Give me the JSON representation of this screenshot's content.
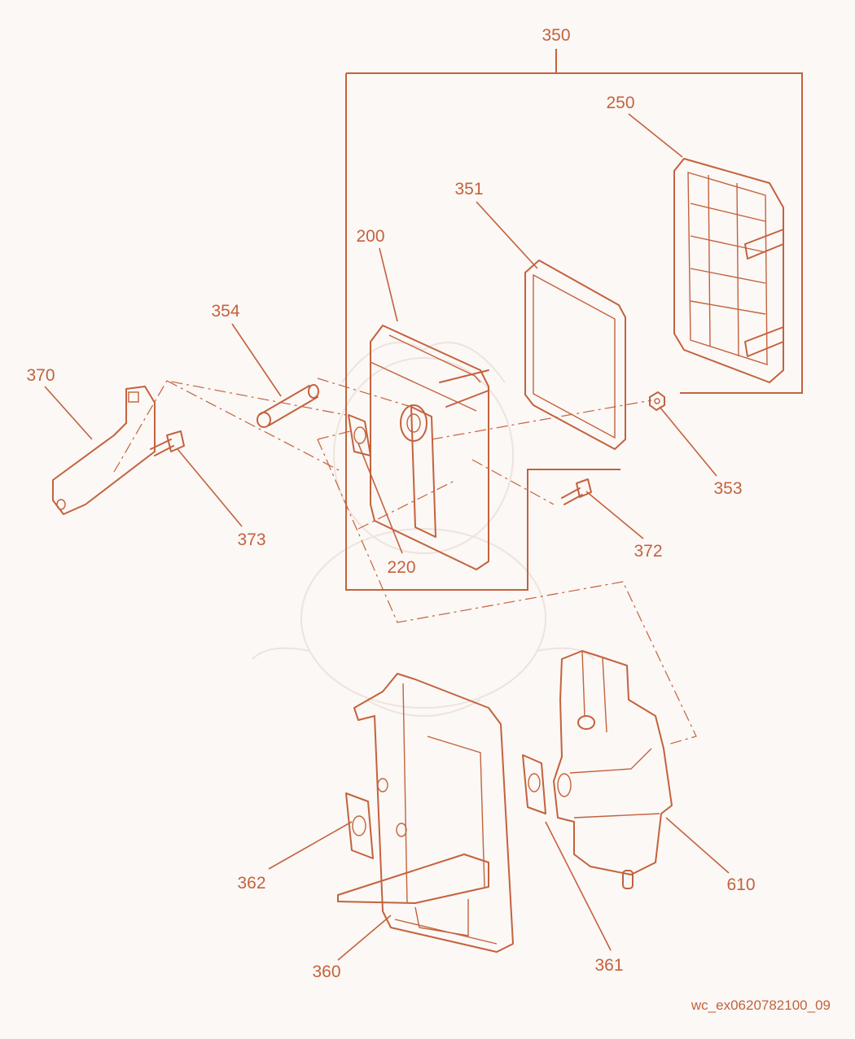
{
  "diagram": {
    "drawing_ref": "wc_ex0620782100_09",
    "callouts": [
      {
        "id": "c350",
        "label": "350"
      },
      {
        "id": "c250",
        "label": "250"
      },
      {
        "id": "c351",
        "label": "351"
      },
      {
        "id": "c200",
        "label": "200"
      },
      {
        "id": "c354",
        "label": "354"
      },
      {
        "id": "c370",
        "label": "370"
      },
      {
        "id": "c373",
        "label": "373"
      },
      {
        "id": "c220",
        "label": "220"
      },
      {
        "id": "c353",
        "label": "353"
      },
      {
        "id": "c372",
        "label": "372"
      },
      {
        "id": "c362",
        "label": "362"
      },
      {
        "id": "c360",
        "label": "360"
      },
      {
        "id": "c361",
        "label": "361"
      },
      {
        "id": "c610",
        "label": "610"
      }
    ]
  }
}
